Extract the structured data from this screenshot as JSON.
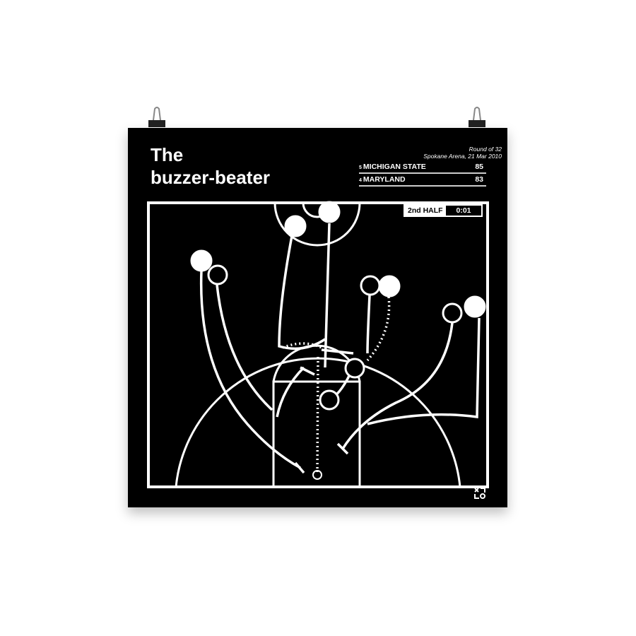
{
  "title_line1": "The",
  "title_line2": "buzzer-beater",
  "round": "Round of 32",
  "venue": "Spokane Arena, 21 Mar 2010",
  "teams": [
    {
      "seed": "5",
      "name": "MICHIGAN STATE",
      "score": "85"
    },
    {
      "seed": "4",
      "name": "MARYLAND",
      "score": "83"
    }
  ],
  "period": "2nd HALF",
  "clock": "0:01",
  "colors": {
    "background": "#000000",
    "lines": "#ffffff"
  }
}
